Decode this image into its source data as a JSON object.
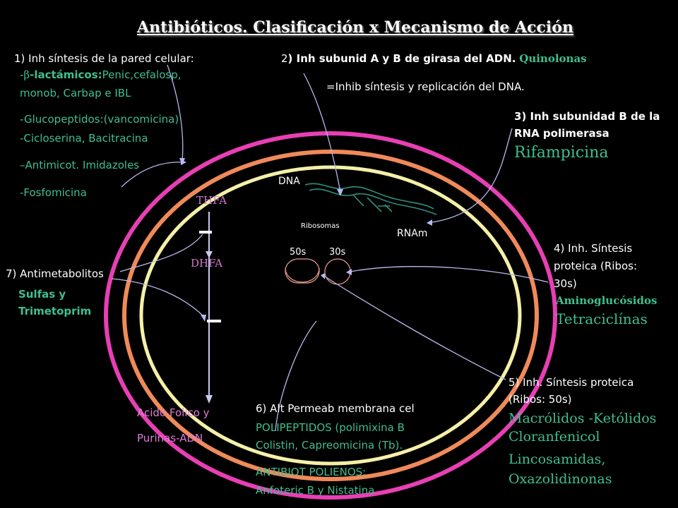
{
  "title": "Antibióticos. Clasificación x Mecanismo de Acción",
  "labels": {
    "dna": "DNA",
    "ribosomas": "Ribosomas",
    "s50": "50s",
    "s30": "30s",
    "rnam": "RNAm",
    "thfa": "THFA",
    "dhfa": "DHFA",
    "acido_folico": "Acido Folico y",
    "purinas": "Purinas-ADN"
  },
  "groups": {
    "g1": {
      "num": "1",
      "head": ") Inh síntesis de la pared celular:",
      "beta_prefix": "-",
      "beta_symbol": "β",
      "beta_bold": "-lactámicos:",
      "beta_rest": "Penic,cefalosp,",
      "beta_line2": "monob, Carbap e IBL",
      "glico": "-Glucopeptidos:(vancomicina)",
      "ciclo": "-Cicloserina,  Bacitracina",
      "antimicot": "–Antimicot. Imidazoles",
      "fosfo": "-Fosfomicina"
    },
    "g2": {
      "num": "2",
      "head": ") Inh subunid  A y B de  girasa del ADN.",
      "drug": "Quinolonas",
      "sub": "=Inhib síntesis y replicación del DNA."
    },
    "g3": {
      "num": "3",
      "head1": ") Inh subunidad  B de la",
      "head2": "RNA polimerasa",
      "drug": "Rifampicina"
    },
    "g4": {
      "line1": "4) Inh. Síntesis",
      "line2": "proteica (Ribos:",
      "line3": "30s)",
      "drug1": "Aminoglucósidos",
      "drug2": "Tetraciclínas"
    },
    "g5": {
      "line1": "5) Inh. Síntesis proteica",
      "line2": "(Ribos:  50s)",
      "drug1": "Macrólidos -Ketólidos",
      "drug2": "Cloranfenicol",
      "drug3": "Lincosamidas,",
      "drug4": "Oxazolidinonas"
    },
    "g6": {
      "line1": "6) Alt Permeab membrana cel",
      "poli1": "POLIPEPTIDOS (polimixina B",
      "poli2": "Colistin, Capreomicina (Tb).",
      "polieno1": "ANTIBIOT POLIENOS:",
      "polieno2": "Anfoteric B y Nistatina"
    },
    "g7": {
      "num": "7",
      "head": ") Antimetabolitos",
      "drug1": "Sulfas y",
      "drug2": "Trimetoprim"
    }
  },
  "colors": {
    "outer_ring": "#e83fb4",
    "middle_ring": "#f08a5a",
    "inner_ring": "#f5f0a8",
    "pointer_line": "#b8b8f0",
    "text_green": "#3fbf8f",
    "text_pink": "#e07ad8"
  }
}
